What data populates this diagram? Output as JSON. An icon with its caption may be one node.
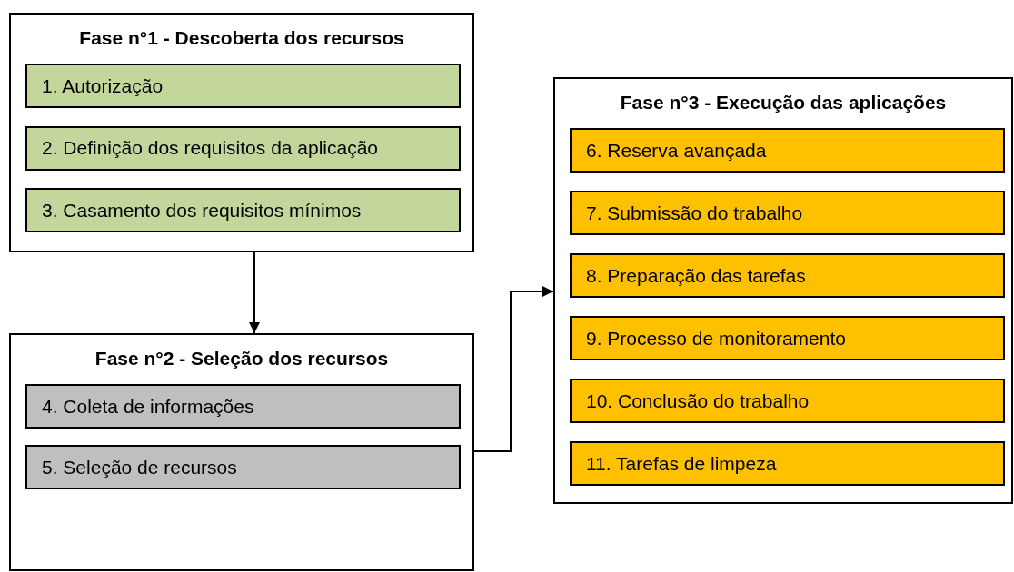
{
  "diagram": {
    "nodes": [
      {
        "text": [
          "Fase n°1 - Descoberta dos recursos"
        ]
      },
      {
        "text": [
          "1. Autorização"
        ],
        "in": 0
      },
      {
        "text": [
          "2. Definição dos requisitos da aplicação"
        ],
        "in": 0
      },
      {
        "text": [
          "3. Casamento dos requisitos mínimos"
        ],
        "in": 0
      },
      {
        "text": [
          "Fase n°2 - Seleção dos recursos"
        ]
      },
      {
        "text": [
          "4. Coleta de informações"
        ],
        "in": 4
      },
      {
        "text": [
          "5. Seleção de recursos"
        ],
        "in": 4
      },
      {
        "text": [
          "Fase n°3 - Execução das aplicações"
        ]
      },
      {
        "text": [
          "6. Reserva avançada"
        ],
        "in": 7
      },
      {
        "text": [
          "7. Submissão do trabalho"
        ],
        "in": 7
      },
      {
        "text": [
          "8. Preparação das tarefas"
        ],
        "in": 7
      },
      {
        "text": [
          "9. Processo de monitoramento"
        ],
        "in": 7
      },
      {
        "text": [
          "10. Conclusão do trabalho"
        ],
        "in": 7
      },
      {
        "text": [
          "11. Tarefas de limpeza"
        ],
        "in": 7
      }
    ],
    "edges": [
      {
        "from": 0,
        "to": 4,
        "arrow": "to"
      },
      {
        "from": 4,
        "to": 7,
        "arrow": "to"
      }
    ]
  }
}
